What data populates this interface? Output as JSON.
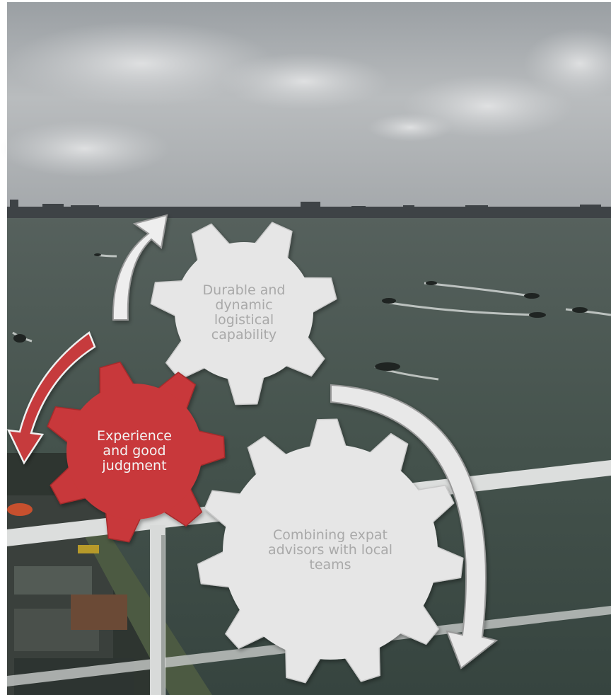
{
  "gears": [
    {
      "id": "logistics",
      "lines": [
        "Durable and",
        "dynamic",
        "logistical",
        "capability"
      ],
      "fill": "#e6e6e6",
      "text_color": "#a9a9a9"
    },
    {
      "id": "experience",
      "lines": [
        "Experience",
        "and good",
        "judgment"
      ],
      "fill": "#c8383a",
      "text_color": "#f3f3f3"
    },
    {
      "id": "teams",
      "lines": [
        "Combining expat",
        "advisors with local",
        "teams"
      ],
      "fill": "#e6e6e6",
      "text_color": "#a9a9a9"
    }
  ],
  "arrows": [
    {
      "id": "arrow-to-logistics",
      "color": "#eeeeee"
    },
    {
      "id": "arrow-to-experience",
      "color": "#c63a3c"
    },
    {
      "id": "arrow-to-teams",
      "color": "#e8e8e8"
    }
  ],
  "background": {
    "sky": "#a8acae",
    "water": "#3f4d48",
    "skyline": "#3a3e40"
  }
}
